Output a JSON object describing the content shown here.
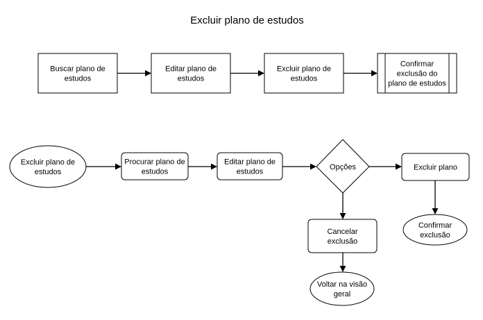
{
  "diagram": {
    "title": "Excluir plano de estudos",
    "top_flow": {
      "nodes": {
        "buscar": [
          "Buscar plano de",
          "estudos"
        ],
        "editar": [
          "Editar plano de",
          "estudos"
        ],
        "excluir": [
          "Excluir plano de",
          "estudos"
        ],
        "confirmar": [
          "Confirmar",
          "exclusão do",
          "plano de estudos"
        ]
      }
    },
    "bottom_flow": {
      "nodes": {
        "start": [
          "Excluir plano de",
          "estudos"
        ],
        "procurar": [
          "Procurar plano de",
          "estudos"
        ],
        "editar": [
          "Editar plano de",
          "estudos"
        ],
        "opcoes": [
          "Opções"
        ],
        "excluir_plano": [
          "Excluir plano"
        ],
        "confirmar": [
          "Confirmar",
          "exclusão"
        ],
        "cancelar": [
          "Cancelar",
          "exclusão"
        ],
        "voltar": [
          "Voltar na visão",
          "geral"
        ]
      }
    }
  }
}
